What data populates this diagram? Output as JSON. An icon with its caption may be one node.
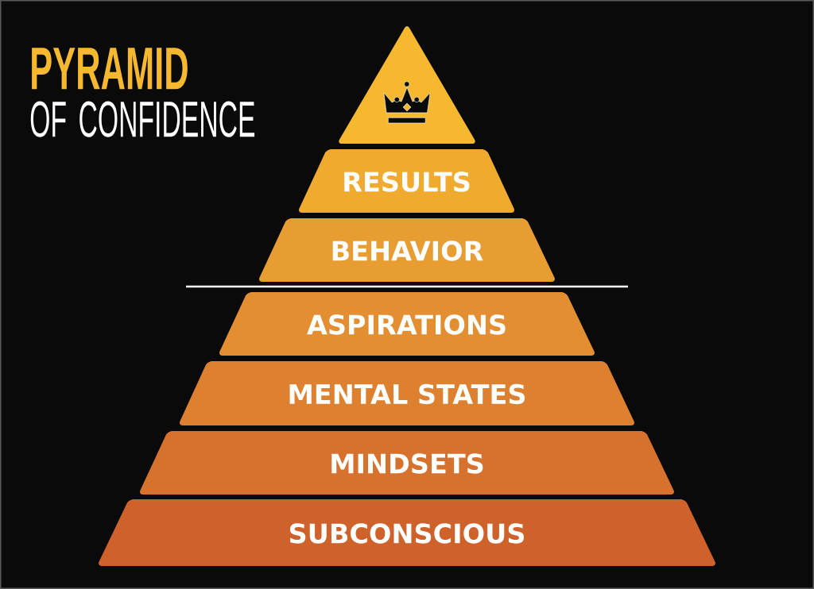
{
  "diagram": {
    "title": "**PYRAMID** OF CONFIDENCE",
    "nodes": [
      {
        "text": [],
        "shape": "triangle"
      },
      {
        "text": [
          "RESULTS"
        ]
      },
      {
        "text": [
          "BEHAVIOR"
        ]
      },
      {
        "text": [
          "ASPIRATIONS"
        ]
      },
      {
        "text": [
          "MENTAL STATES"
        ]
      },
      {
        "text": [
          "MINDSETS"
        ]
      },
      {
        "text": [
          "SUBCONSCIOUS"
        ]
      }
    ]
  }
}
